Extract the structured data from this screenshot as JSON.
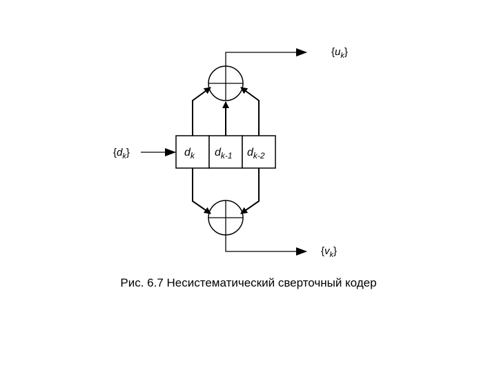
{
  "diagram": {
    "input_label": {
      "open": "{",
      "var": "d",
      "sub": "k",
      "close": "}"
    },
    "output_top_label": {
      "open": "{",
      "var": "u",
      "sub": "k",
      "close": "}"
    },
    "output_bottom_label": {
      "open": "{",
      "var": "v",
      "sub": "k",
      "close": "}"
    },
    "register_cells": [
      {
        "var": "d",
        "sub": "k"
      },
      {
        "var": "d",
        "sub": "k-1"
      },
      {
        "var": "d",
        "sub": "k-2"
      }
    ]
  },
  "caption": "Рис. 6.7 Несистематический сверточный кодер"
}
